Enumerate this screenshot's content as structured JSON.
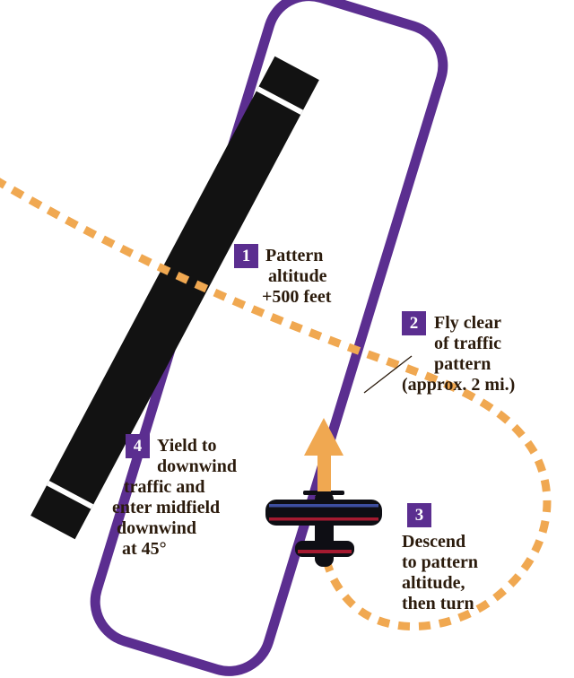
{
  "colors": {
    "purple": "#5b2e90",
    "orange": "#f0a851",
    "ink": "#2b1b0c",
    "runway": "#121212",
    "plane": "#0e0e14",
    "plane-red": "#a51a30",
    "plane-blue": "#3d4ea0",
    "white": "#ffffff"
  },
  "steps": {
    "s1": {
      "num": "1",
      "lines": [
        "Pattern",
        "altitude",
        "+500 feet"
      ]
    },
    "s2": {
      "num": "2",
      "lines": [
        "Fly clear",
        "of traffic",
        "pattern",
        "(approx. 2 mi.)"
      ]
    },
    "s3": {
      "num": "3",
      "lines": [
        "Descend",
        "to pattern",
        "altitude,",
        "then turn"
      ]
    },
    "s4": {
      "num": "4",
      "lines": [
        "Yield to",
        "downwind",
        "traffic and",
        "enter midfield",
        "downwind",
        "at 45°"
      ]
    }
  }
}
